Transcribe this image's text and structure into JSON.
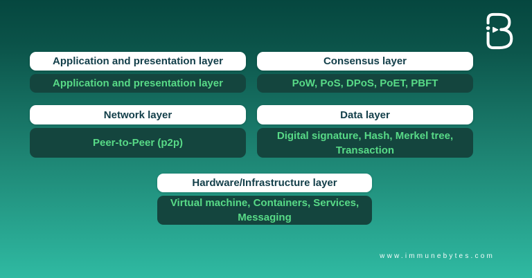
{
  "brand": {
    "logo_name": "immunebytes-logo",
    "website": "www.immunebytes.com"
  },
  "colors": {
    "background_top": "#05473f",
    "background_bottom": "#2fbaa2",
    "header_box_bg": "#ffffff",
    "header_text": "#123e49",
    "content_box_bg": "#14453e",
    "content_text": "#58da87",
    "logo_color": "#ffffff"
  },
  "layers": [
    {
      "id": "application",
      "title": "Application and presentation layer",
      "content": "Application and presentation layer"
    },
    {
      "id": "consensus",
      "title": "Consensus layer",
      "content": "PoW, PoS, DPoS, PoET, PBFT"
    },
    {
      "id": "network",
      "title": "Network layer",
      "content": "Peer-to-Peer (p2p)"
    },
    {
      "id": "data",
      "title": "Data layer",
      "content": "Digital signature, Hash, Merkel tree, Transaction"
    },
    {
      "id": "hardware",
      "title": "Hardware/Infrastructure layer",
      "content": "Virtual machine, Containers, Services, Messaging"
    }
  ]
}
